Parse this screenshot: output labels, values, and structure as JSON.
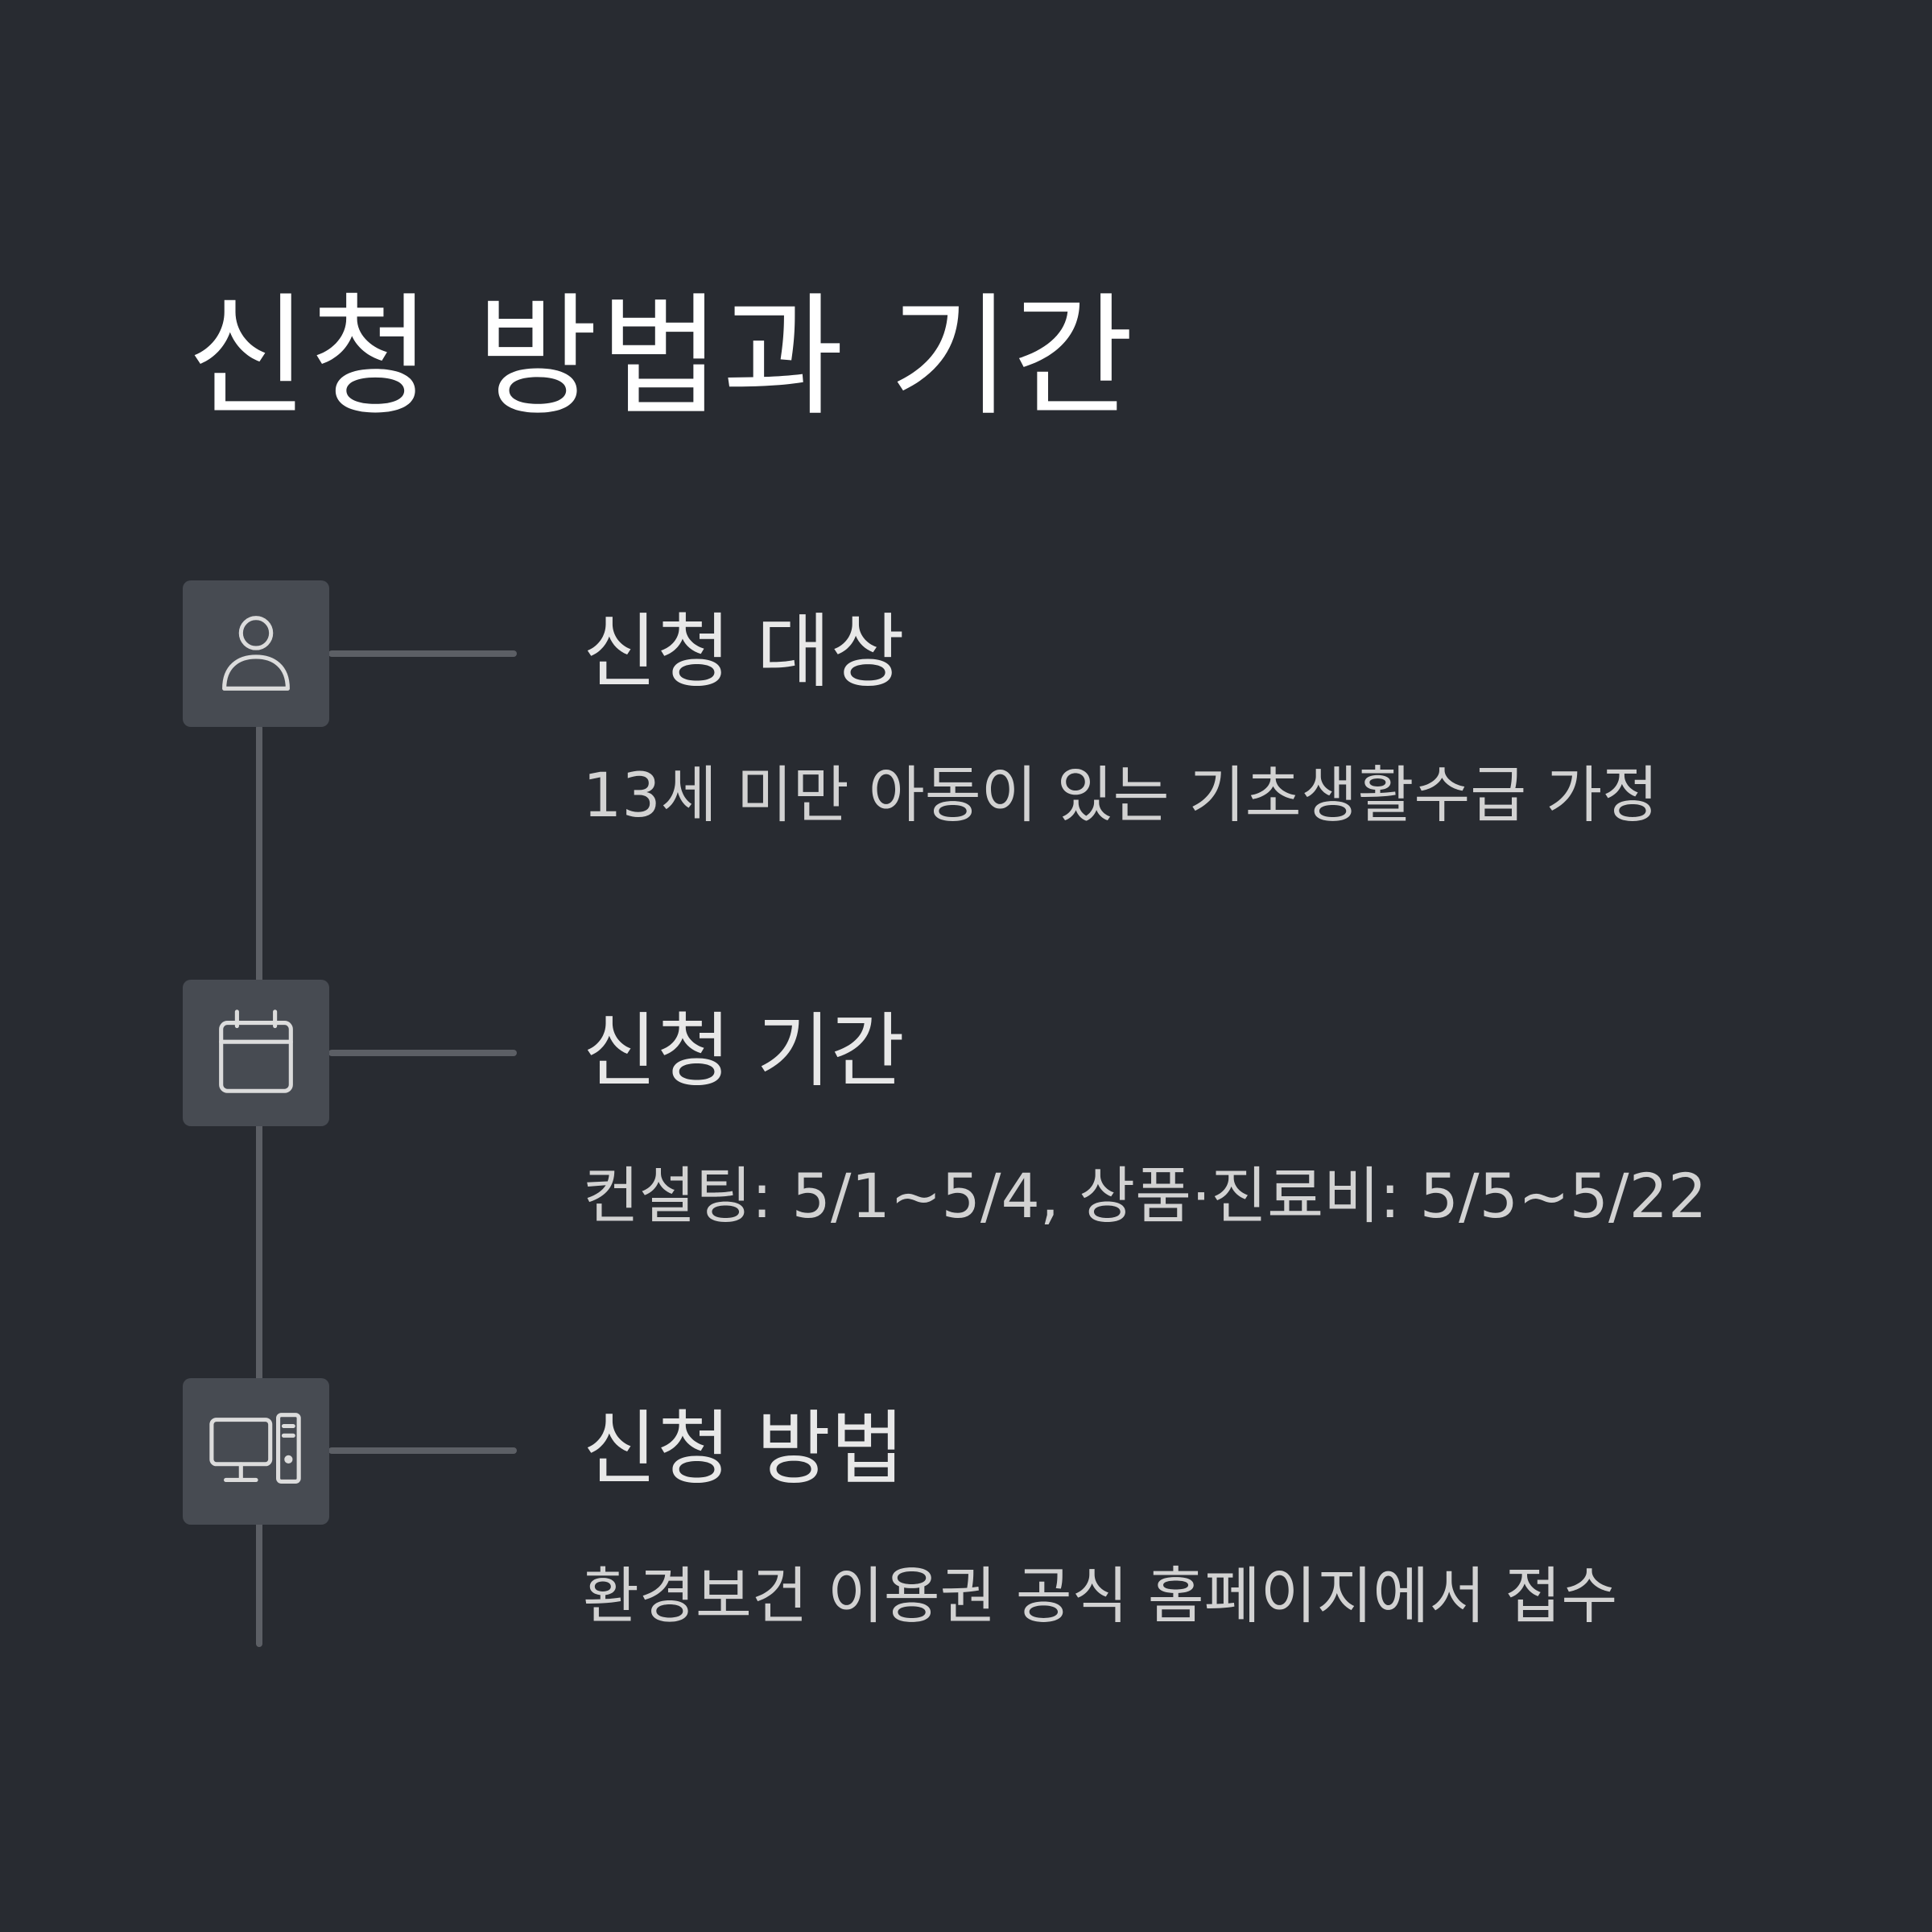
{
  "title": "신청 방법과 기간",
  "steps": [
    {
      "icon": "person-icon",
      "heading": "신청 대상",
      "detail": "13세 미만 아동이 있는 기초생활수급 가정"
    },
    {
      "icon": "calendar-icon",
      "heading": "신청 기간",
      "detail": "컨설팅: 5/1~5/4, 상품·진료비: 5/5~5/22"
    },
    {
      "icon": "desktop-computer-icon",
      "heading": "신청 방법",
      "detail": "환경보건 이용권 공식 홈페이지에서 접수"
    }
  ],
  "colors": {
    "background": "#282b31",
    "icon_box": "#474b52",
    "line": "#5c5f65",
    "icon_stroke": "#dcdcdc",
    "title_text": "#ffffff",
    "body_text": "#d2d2d2"
  }
}
